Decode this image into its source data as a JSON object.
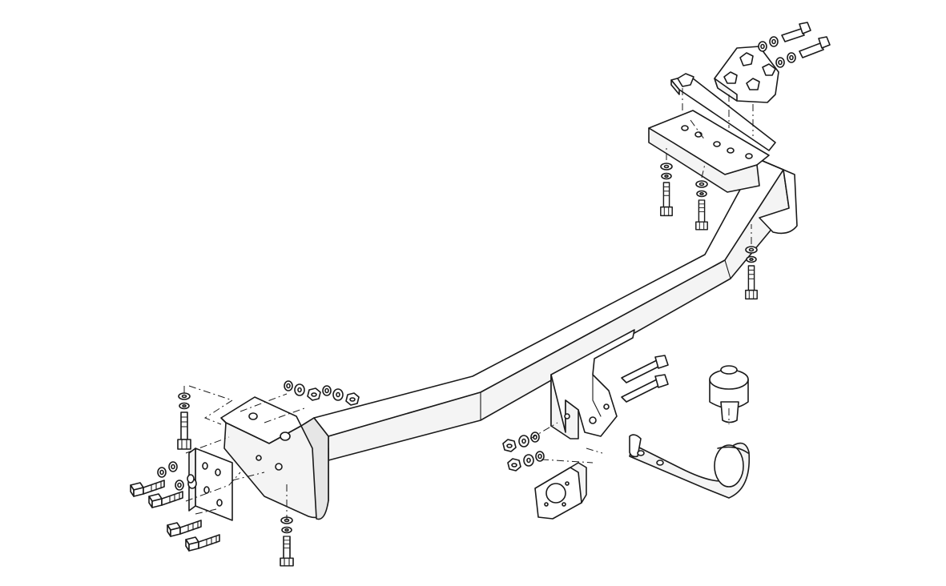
{
  "diagram": {
    "background": "#ffffff",
    "line_color": "#1a1a1a",
    "parts": [
      {
        "id": "crossbar",
        "icon": "tow-bar-crossbeam-icon"
      },
      {
        "id": "left-bracket",
        "icon": "mounting-bracket-icon"
      },
      {
        "id": "left-plate",
        "icon": "backing-plate-icon"
      },
      {
        "id": "right-bracket",
        "icon": "mounting-bracket-icon"
      },
      {
        "id": "right-mount-plate",
        "icon": "mounting-plate-icon"
      },
      {
        "id": "ball-mount-socket",
        "icon": "ball-socket-icon"
      },
      {
        "id": "tow-ball-neck",
        "icon": "tow-ball-icon"
      },
      {
        "id": "tow-ball-cap",
        "icon": "ball-cap-icon"
      },
      {
        "id": "electrical-socket-plate",
        "icon": "socket-plate-icon"
      },
      {
        "id": "bolts",
        "icon": "bolt-icon"
      },
      {
        "id": "nuts-washers",
        "icon": "nut-washer-icon"
      }
    ]
  }
}
